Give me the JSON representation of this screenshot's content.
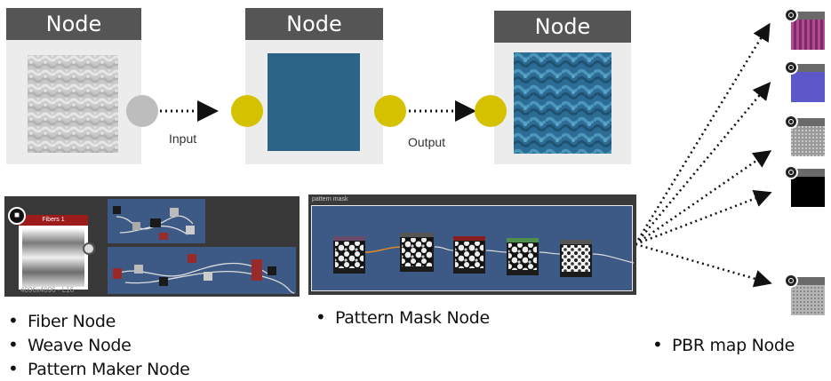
{
  "flow": {
    "node_title": "Node",
    "input_label": "Input",
    "output_label": "Output"
  },
  "fiber_node": {
    "title": "Fibers 1",
    "caption": "4096x4096 - L16"
  },
  "pattern_mask": {
    "header": "pattern mask"
  },
  "bullets_left": [
    "Fiber Node",
    "Weave Node",
    "Pattern Maker Node"
  ],
  "bullet_middle": "Pattern Mask Node",
  "bullet_right": "PBR map Node",
  "colors": {
    "node_header": "#555555",
    "port_yellow": "#d4c200",
    "port_grey": "#bdbdbd",
    "graph_blue": "#3c5a85",
    "teal_texture": "#2b6486",
    "pattern_blue": "#3f83a6"
  },
  "icons": [
    "substance-doc-icon",
    "pbr-node-icon"
  ]
}
